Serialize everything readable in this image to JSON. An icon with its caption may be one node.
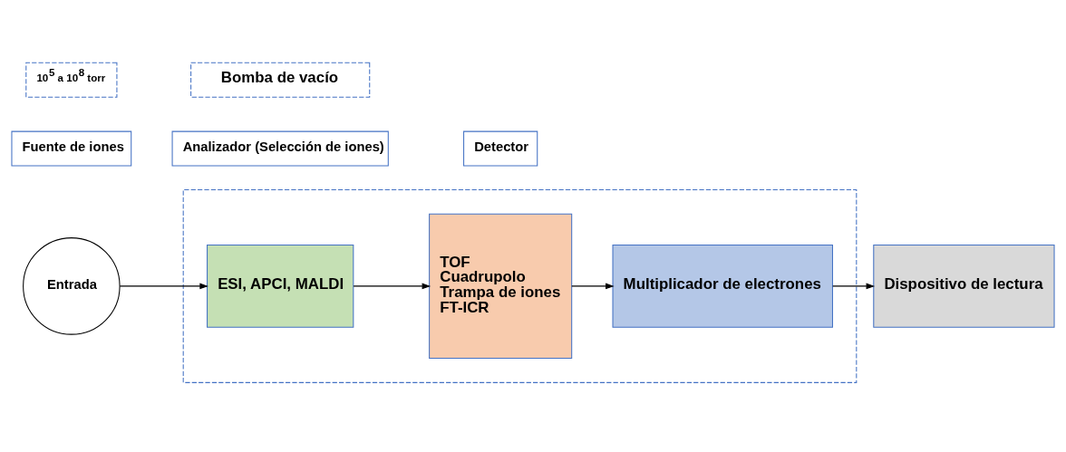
{
  "diagram": {
    "nodes": [
      {
        "text": [
          "Entrada"
        ]
      },
      {
        "text": [
          "Fuente de iones"
        ]
      },
      {
        "text": [
          "Analizador (Selección de iones)"
        ]
      },
      {
        "text": [
          "Detector"
        ]
      },
      {
        "text": [],
        "shape": "box"
      },
      {
        "text": [
          "ESI, APCI, MALDI"
        ],
        "in": 4
      },
      {
        "text": [
          "TOF",
          "Cuadrupolo",
          "Trampa de iones",
          "FT-ICR"
        ],
        "in": 4
      },
      {
        "text": [
          "Multiplicador de electrones"
        ],
        "in": 4
      },
      {
        "text": [
          "10$^{5}$ a 10$^{8}$ torr"
        ]
      },
      {
        "text": [
          "Bomba de vacío"
        ]
      },
      {
        "text": [
          "Dispositivo de lectura"
        ]
      }
    ],
    "edges": [
      {
        "from": 0,
        "to": 5,
        "arrow": "to"
      },
      {
        "from": 5,
        "to": 6,
        "arrow": "to"
      },
      {
        "from": 6,
        "to": 7,
        "arrow": "to"
      },
      {
        "from": 7,
        "to": 10,
        "arrow": "to"
      }
    ]
  }
}
